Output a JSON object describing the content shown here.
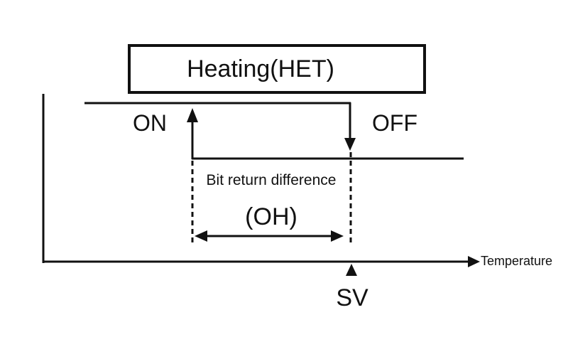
{
  "diagram": {
    "title": "Heating(HET)",
    "on_label": "ON",
    "off_label": "OFF",
    "difference_label": "Bit return difference",
    "difference_code": "(OH)",
    "axis_label": "Temperature",
    "setpoint_label": "SV"
  },
  "colors": {
    "ink": "#111111",
    "background": "#ffffff"
  }
}
